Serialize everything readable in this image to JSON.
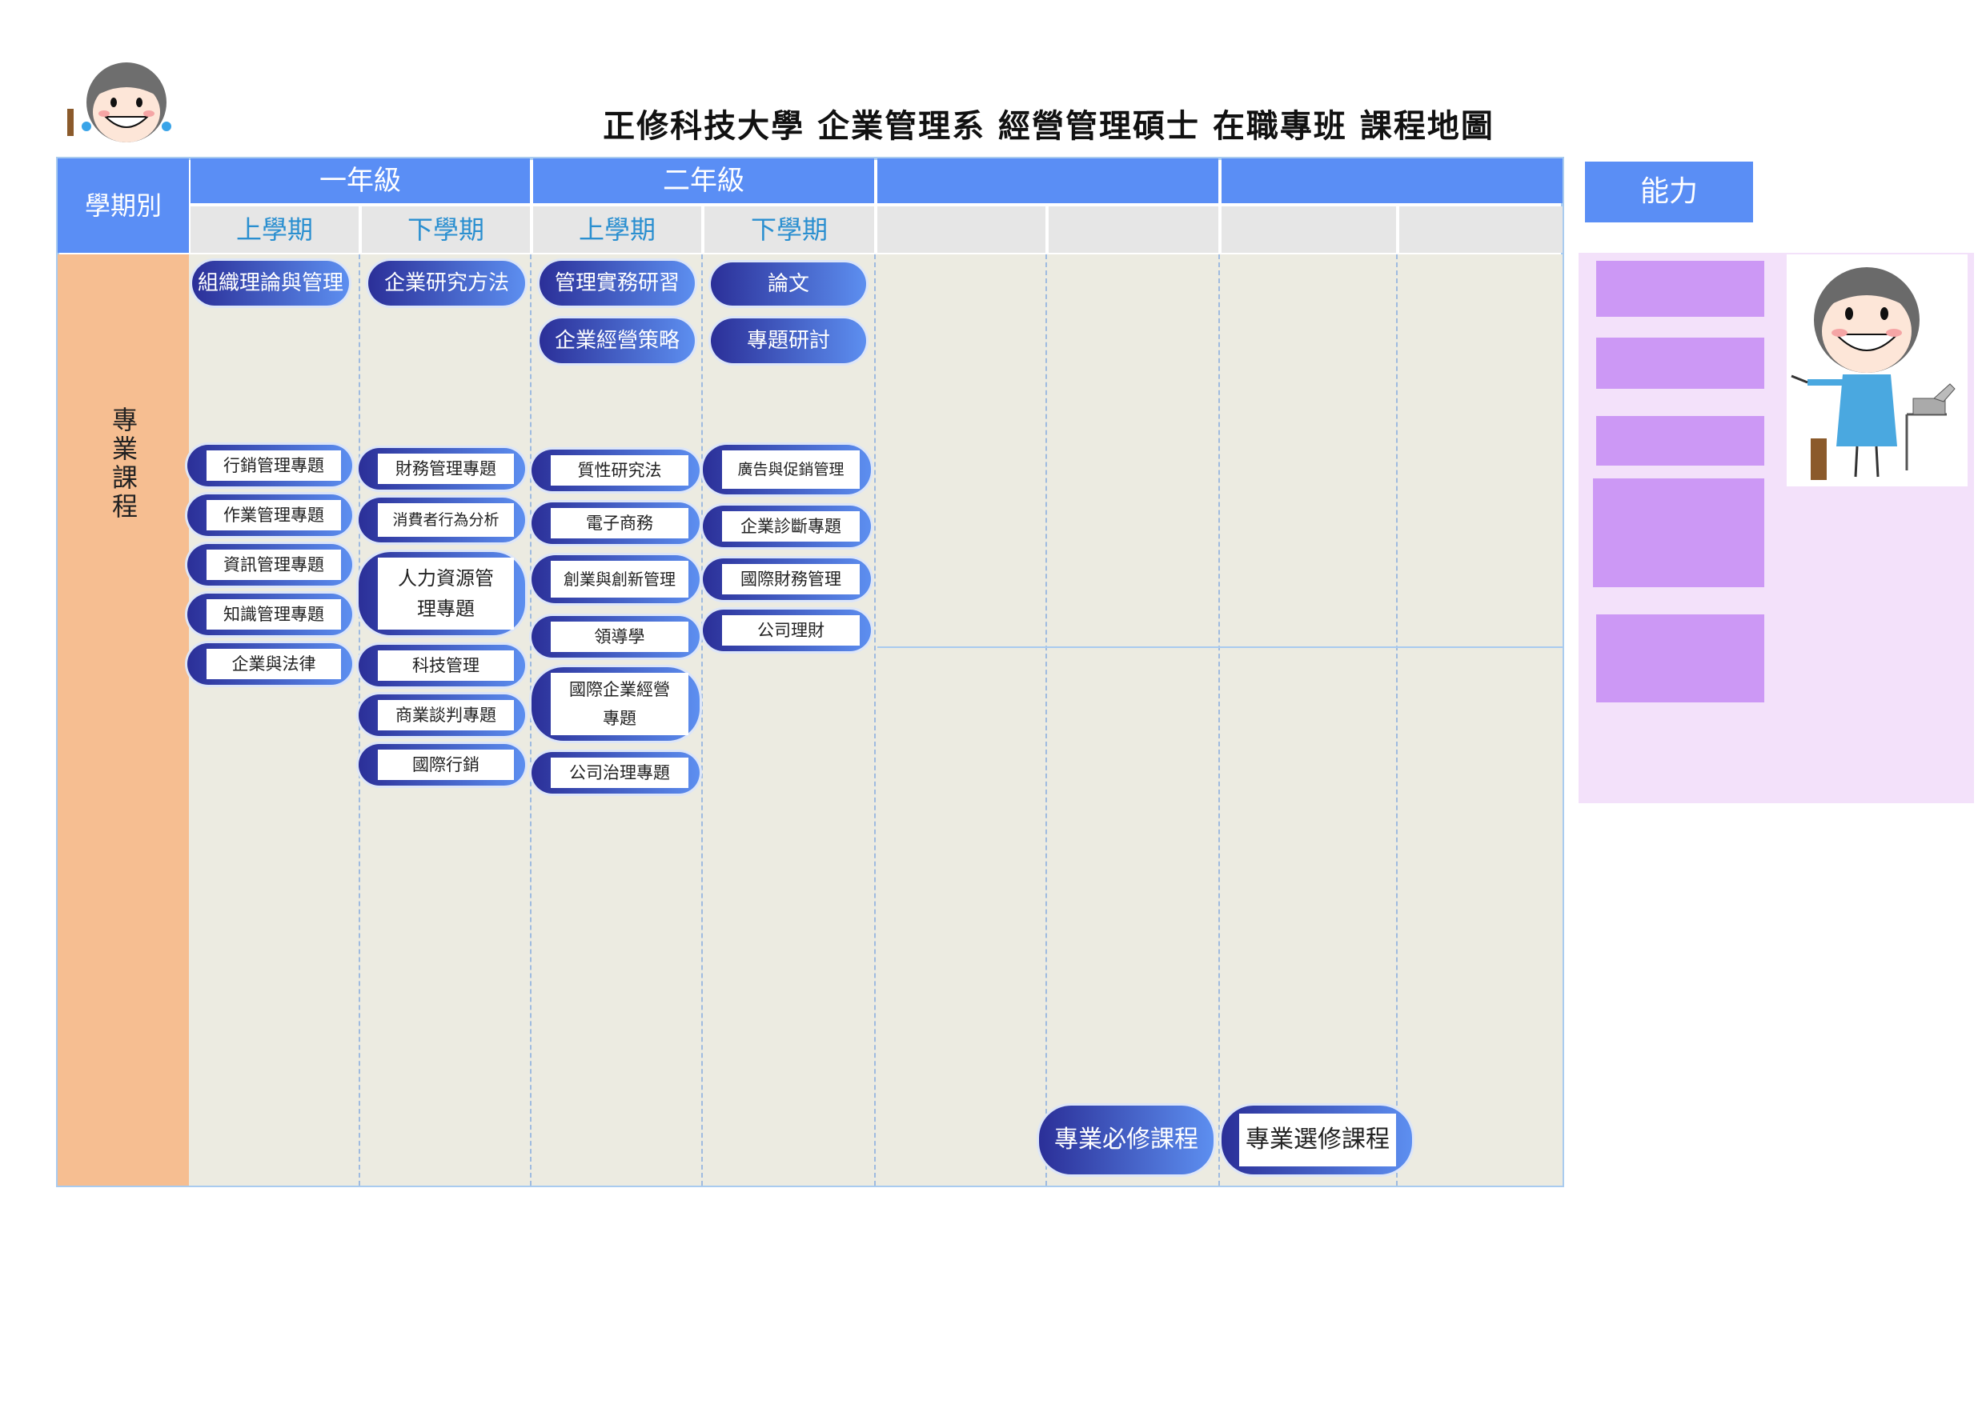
{
  "title": "正修科技大學  企業管理系  經營管理碩士  在職專班  課程地圖",
  "header": {
    "semester_type_label": "學期別",
    "years": [
      "一年級",
      "二年級",
      "",
      ""
    ],
    "semesters": [
      "上學期",
      "下學期",
      "上學期",
      "下學期",
      "",
      "",
      "",
      ""
    ]
  },
  "category_label": "專業課程",
  "required_courses": {
    "y1_s1": [
      "組織理論與管理"
    ],
    "y1_s2": [
      "企業研究方法"
    ],
    "y2_s1": [
      "管理實務研習",
      "企業經營策略"
    ],
    "y2_s2": [
      "論文",
      "專題研討"
    ]
  },
  "elective_courses": {
    "y1_s1": [
      "行銷管理專題",
      "作業管理專題",
      "資訊管理專題",
      "知識管理專題",
      "企業與法律"
    ],
    "y1_s2": [
      "財務管理專題",
      "消費者行為分析",
      "人力資源管理專題",
      "科技管理",
      "商業談判專題",
      "國際行銷"
    ],
    "y2_s1": [
      "質性研究法",
      "電子商務",
      "創業與創新管理",
      "領導學",
      "國際企業經營專題",
      "公司治理專題"
    ],
    "y2_s2": [
      "廣告與促銷管理",
      "企業診斷專題",
      "國際財務管理",
      "公司理財"
    ]
  },
  "legend": {
    "required_label": "專業必修課程",
    "elective_label": "專業選修課程"
  },
  "ability_header": "能力",
  "colors": {
    "header_blue": "#5a8ef5",
    "semester_text": "#2a8fd0",
    "category_orange": "#f6be91",
    "grid_bg": "#ecebe1",
    "ability_bg": "#f3e1fa",
    "ability_box": "#cc98f5",
    "course_gradient_start": "#2b2f98",
    "course_gradient_end": "#5d8ff0"
  },
  "icons": {
    "top_left": "cartoon-boy-mascot-icon",
    "right": "cartoon-teacher-pointing-icon"
  }
}
